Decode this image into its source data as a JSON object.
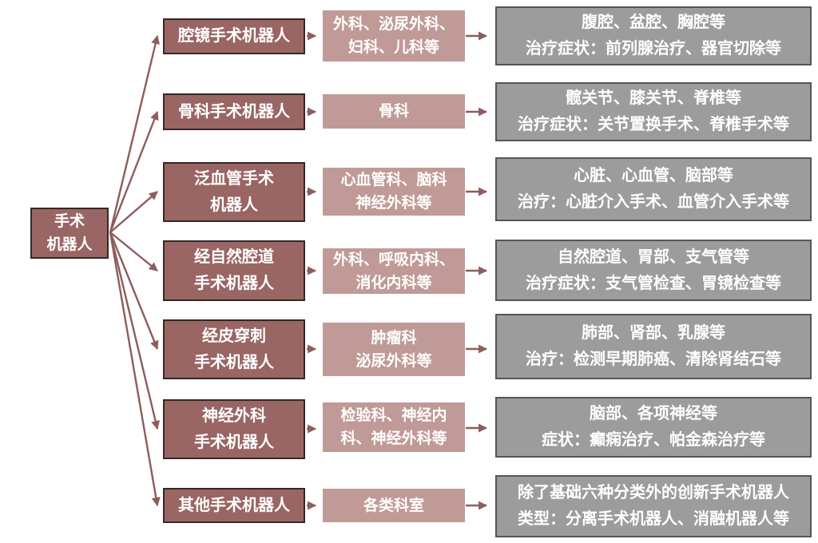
{
  "colors": {
    "maroon": "#996663",
    "mauve": "#c09a96",
    "gray": "#9c9c9c",
    "dark-border": "#352827",
    "gray-border": "#555555",
    "arrow": "#8d5d5c",
    "text": "#ffffff",
    "background": "#ffffff"
  },
  "root": {
    "label": "手术\n机器人"
  },
  "rows": [
    {
      "category": "腔镜手术机器人",
      "departments": "外科、泌尿外科、\n妇科、儿科等",
      "application": "腹腔、盆腔、胸腔等\n治疗症状：前列腺治疗、器官切除等"
    },
    {
      "category": "骨科手术机器人",
      "departments": "骨科",
      "application": "髋关节、膝关节、脊椎等\n治疗症状：关节置换手术、脊椎手术等"
    },
    {
      "category": "泛血管手术\n机器人",
      "departments": "心血管科、脑科\n神经外科等",
      "application": "心脏、心血管、脑部等\n治疗：心脏介入手术、血管介入手术等"
    },
    {
      "category": "经自然腔道\n手术机器人",
      "departments": "外科、呼吸内科、\n消化内科等",
      "application": "自然腔道、胃部、支气管等\n治疗症状：支气管检查、胃镜检查等"
    },
    {
      "category": "经皮穿刺\n手术机器人",
      "departments": "肿瘤科\n泌尿外科等",
      "application": "肺部、肾部、乳腺等\n治疗：检测早期肺癌、清除肾结石等"
    },
    {
      "category": "神经外科\n手术机器人",
      "departments": "检验科、神经内\n科、神经外科等",
      "application": "脑部、各项神经等\n症状：癫痫治疗、帕金森治疗等"
    },
    {
      "category": "其他手术机器人",
      "departments": "各类科室",
      "application": "除了基础六种分类外的创新手术机器人\n类型：分离手术机器人、消融机器人等"
    }
  ]
}
